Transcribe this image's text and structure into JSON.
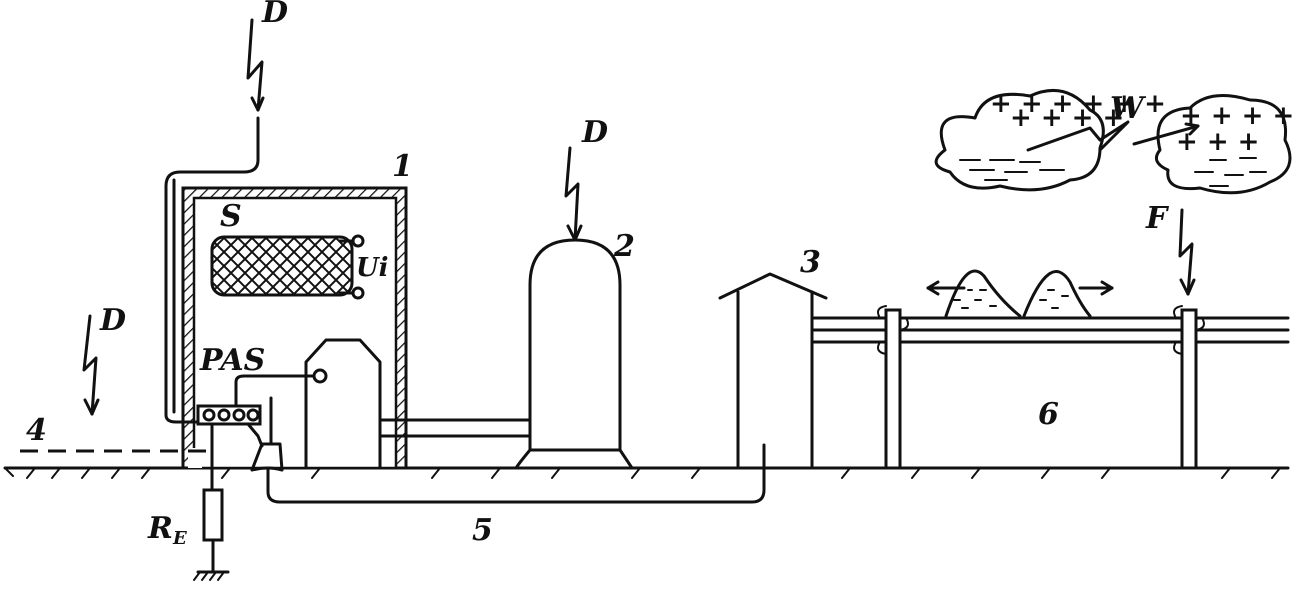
{
  "labels": {
    "building": "1",
    "tank": "2",
    "house": "3",
    "line_left": "4",
    "buried_cable": "5",
    "overhead_line": "6",
    "direct_strike": "D",
    "cloud_discharge": "W",
    "field_strike": "F",
    "screen": "S",
    "induced_voltage": "Ui",
    "pas": "PAS",
    "earth_resistance": "R",
    "earth_resistance_sub": "E"
  },
  "colors": {
    "ink": "#111111",
    "paper": "#ffffff"
  },
  "icons": {
    "lightning": "lightning-bolt-icon",
    "ground": "ground-symbol-icon",
    "resistor": "resistor-icon"
  }
}
